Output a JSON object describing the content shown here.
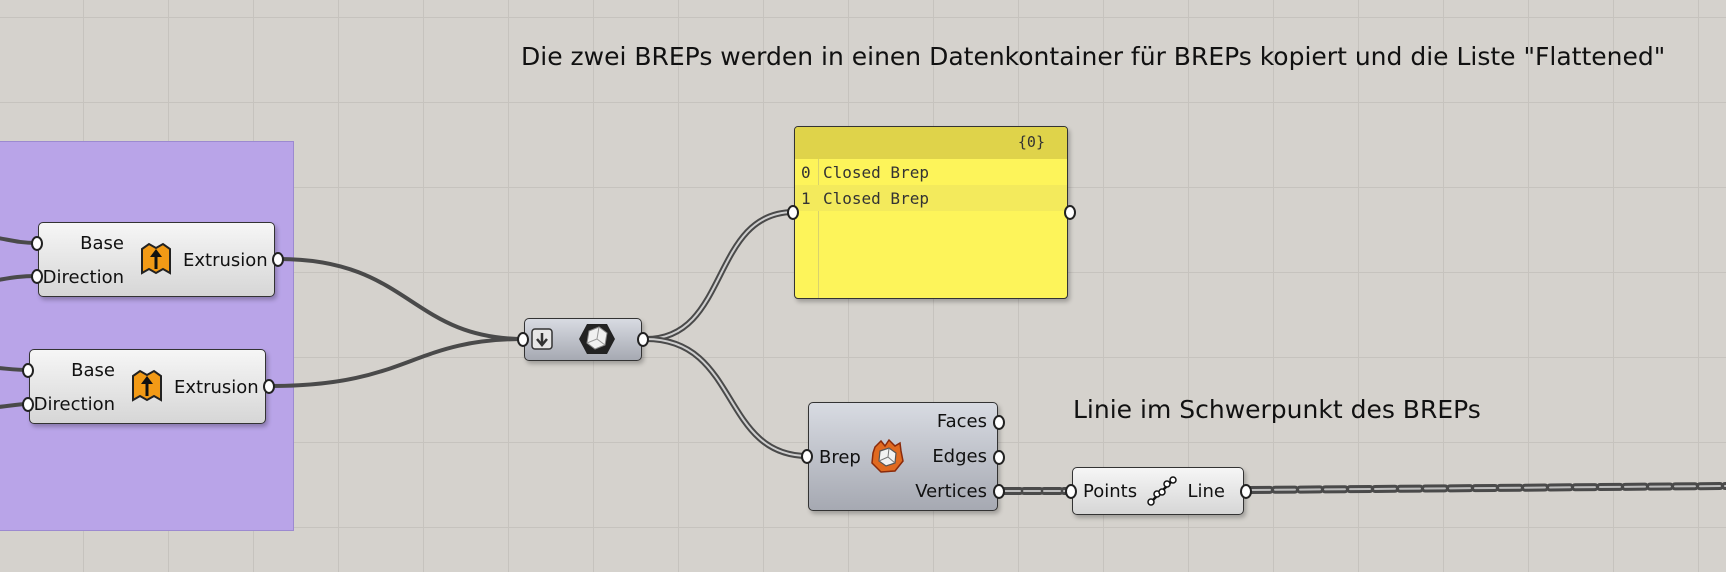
{
  "captions": {
    "flatten_note": "Die zwei BREPs werden in einen Datenkontainer für BREPs kopiert und die Liste \"Flattened\"",
    "line_note": "Linie im Schwerpunkt des BREPs"
  },
  "extrude1": {
    "in_base": "Base",
    "in_direction": "Direction",
    "out": "Extrusion"
  },
  "extrude2": {
    "in_base": "Base",
    "in_direction": "Direction",
    "out": "Extrusion"
  },
  "brep_container": {
    "flatten_icon": "flatten-arrow-icon",
    "brep_icon": "brep-param-icon"
  },
  "panel": {
    "path": "{0}",
    "rows": [
      {
        "index": "0",
        "value": "Closed Brep"
      },
      {
        "index": "1",
        "value": "Closed Brep"
      }
    ]
  },
  "deconstruct_brep": {
    "in": "Brep",
    "out_faces": "Faces",
    "out_edges": "Edges",
    "out_vertices": "Vertices"
  },
  "line_fit": {
    "in": "Points",
    "out": "Line"
  },
  "colors": {
    "canvas": "#d5d2cd",
    "group": "#b9a4e8",
    "panel": "#fdf45a",
    "wire": "#4a4a4a"
  }
}
